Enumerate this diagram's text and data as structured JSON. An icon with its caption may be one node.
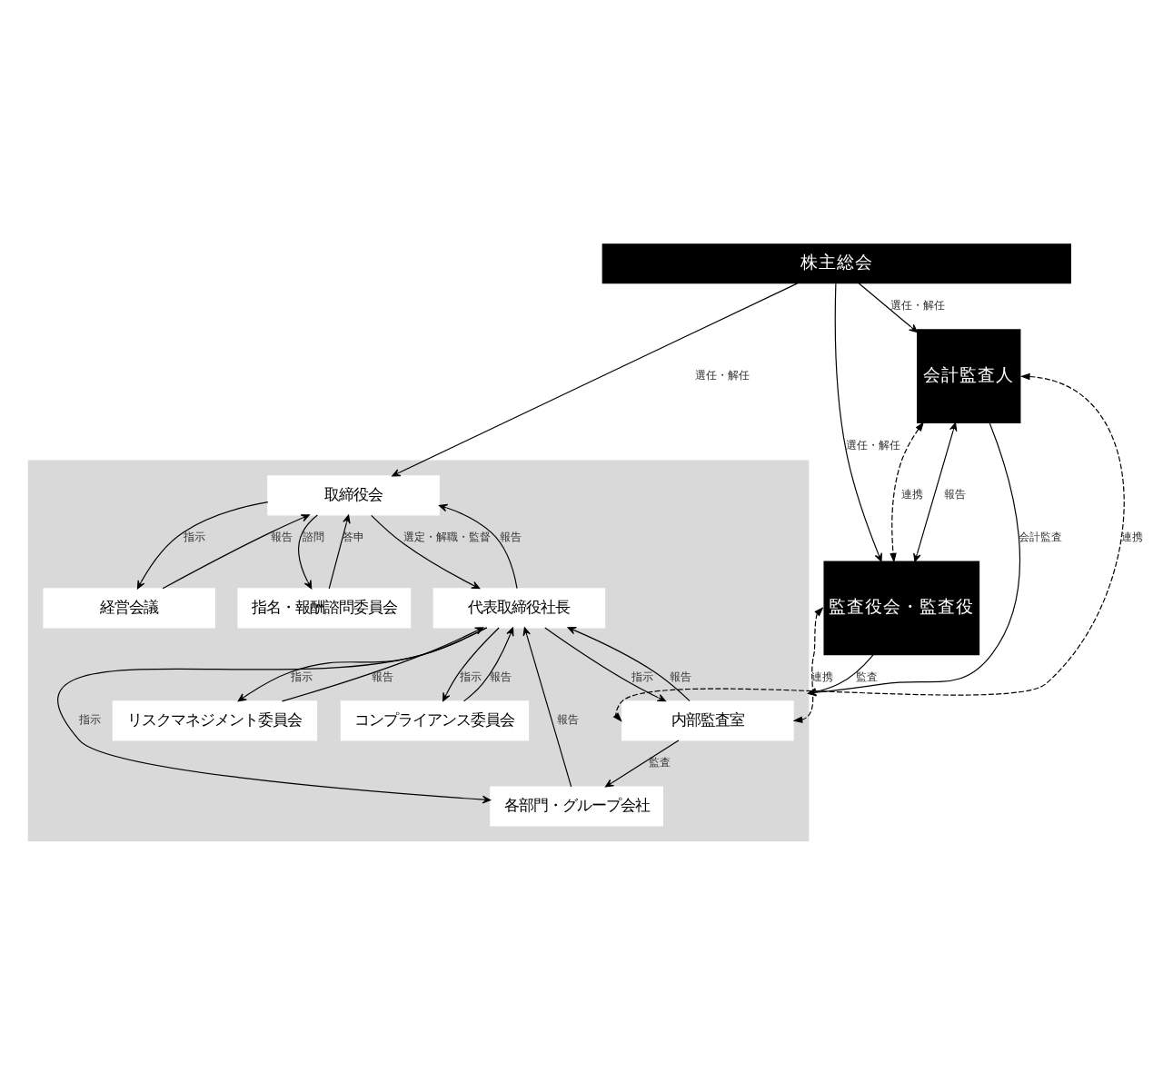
{
  "diagram": {
    "nodes": [
      {
        "text": [
          "株主総会"
        ]
      },
      {
        "text": [
          "会計監査人"
        ]
      },
      {
        "text": [],
        "shape": "box"
      },
      {
        "text": [
          "取締役会"
        ],
        "in": 2
      },
      {
        "text": [
          "経営会議"
        ],
        "in": 2
      },
      {
        "text": [
          "指名・報酬諮問委員会"
        ],
        "in": 2
      },
      {
        "text": [
          "代表取締役社長"
        ],
        "in": 2
      },
      {
        "text": [
          "リスクマネジメント委員会"
        ],
        "in": 2
      },
      {
        "text": [
          "コンプライアンス委員会"
        ],
        "in": 2
      },
      {
        "text": [
          "各部門・グループ会社"
        ],
        "in": 2
      },
      {
        "text": [
          "内部監査室"
        ],
        "in": 2
      },
      {
        "text": [
          "監査役会・監査役"
        ]
      }
    ],
    "edges": [
      {
        "from": 0,
        "to": 1,
        "arrow": "to",
        "label": "選任・解任"
      },
      {
        "from": 0,
        "to": 3,
        "arrow": "to",
        "label": "選任・解任"
      },
      {
        "from": 0,
        "to": 11,
        "arrow": "to",
        "label": "選任・解任"
      },
      {
        "from": 3,
        "to": 4,
        "arrow": "to",
        "label": "指示"
      },
      {
        "from": 4,
        "to": 3,
        "arrow": "to",
        "label": "報告"
      },
      {
        "from": 3,
        "to": 5,
        "arrow": "to",
        "label": "諮問"
      },
      {
        "from": 5,
        "to": 3,
        "arrow": "to",
        "label": "答申"
      },
      {
        "from": 3,
        "to": 6,
        "arrow": "to",
        "label": "選定・解職・監督"
      },
      {
        "from": 6,
        "to": 3,
        "arrow": "to",
        "label": "報告"
      },
      {
        "from": 6,
        "to": 7,
        "arrow": "to",
        "label": "指示"
      },
      {
        "from": 7,
        "to": 6,
        "arrow": "to",
        "label": "報告"
      },
      {
        "from": 6,
        "to": 8,
        "arrow": "to",
        "label": "指示"
      },
      {
        "from": 8,
        "to": 6,
        "arrow": "to",
        "label": "報告"
      },
      {
        "from": 6,
        "to": 9,
        "arrow": "to",
        "label": "指示"
      },
      {
        "from": 9,
        "to": 6,
        "arrow": "to",
        "label": "報告"
      },
      {
        "from": 6,
        "to": 10,
        "arrow": "to",
        "label": "指示"
      },
      {
        "from": 10,
        "to": 6,
        "arrow": "to",
        "label": "報告"
      },
      {
        "from": 10,
        "to": 9,
        "arrow": "to",
        "label": "監査"
      },
      {
        "from": 1,
        "to": 2,
        "arrow": "to",
        "label": "会計監査"
      },
      {
        "from": 11,
        "to": 2,
        "arrow": "to",
        "label": "監査"
      },
      {
        "from": 1,
        "to": 10,
        "arrow": "both",
        "style": "dashed",
        "label": "連携"
      },
      {
        "from": 11,
        "to": 10,
        "arrow": "both",
        "style": "dashed",
        "label": "連携"
      },
      {
        "from": 1,
        "to": 11,
        "arrow": "both",
        "label": "報告"
      },
      {
        "from": 1,
        "to": 11,
        "arrow": "both",
        "style": "dashed",
        "label": "連携"
      }
    ]
  }
}
